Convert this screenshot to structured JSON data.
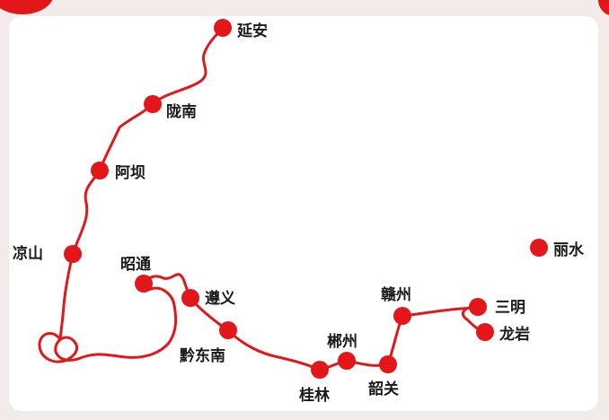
{
  "map": {
    "route_color": "#e3171a",
    "text_color": "#1a1a1a",
    "places": [
      {
        "id": "yanan",
        "label": "延安"
      },
      {
        "id": "longnan",
        "label": "陇南"
      },
      {
        "id": "aba",
        "label": "阿坝"
      },
      {
        "id": "liangshan",
        "label": "凉山"
      },
      {
        "id": "zhaotong",
        "label": "昭通"
      },
      {
        "id": "zunyi",
        "label": "遵义"
      },
      {
        "id": "qiandongnan",
        "label": "黔东南"
      },
      {
        "id": "guilin",
        "label": "桂林"
      },
      {
        "id": "chenzhou",
        "label": "郴州"
      },
      {
        "id": "shaoguan",
        "label": "韶关"
      },
      {
        "id": "ganzhou",
        "label": "赣州"
      },
      {
        "id": "sanming",
        "label": "三明"
      },
      {
        "id": "longyan",
        "label": "龙岩"
      },
      {
        "id": "lishui",
        "label": "丽水"
      }
    ]
  }
}
